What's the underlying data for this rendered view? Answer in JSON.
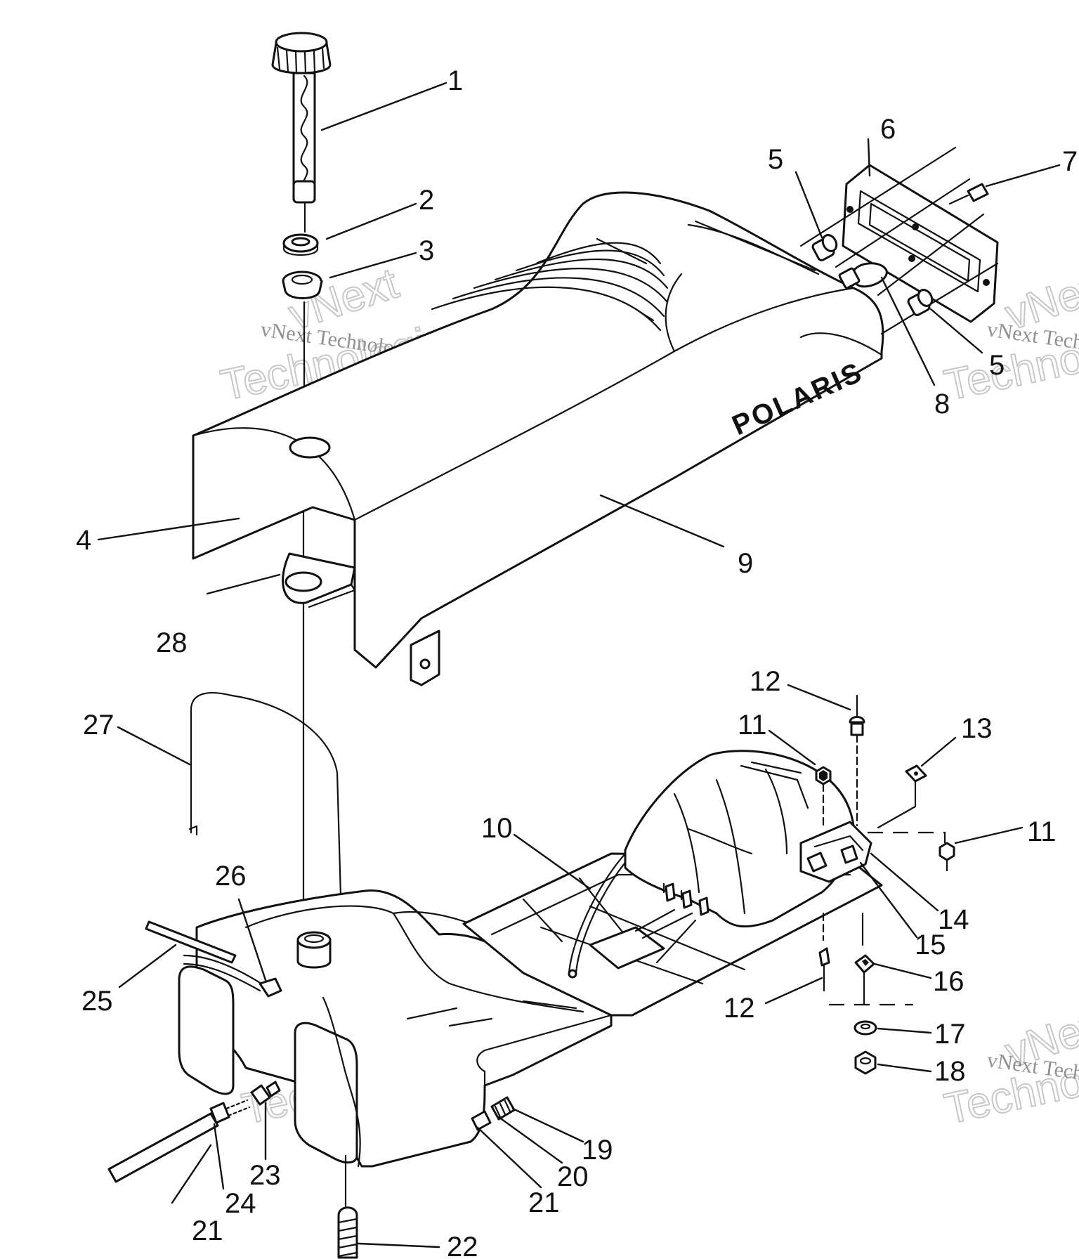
{
  "brand_text": "POLARIS",
  "watermark": {
    "brand": "vNext",
    "small": "vNext Technologies",
    "large": "Technologies"
  },
  "callouts": {
    "c1": "1",
    "c2": "2",
    "c3": "3",
    "c4": "4",
    "c5a": "5",
    "c5b": "5",
    "c6": "6",
    "c7": "7",
    "c8": "8",
    "c9": "9",
    "c10": "10",
    "c11a": "11",
    "c11b": "11",
    "c12a": "12",
    "c12b": "12",
    "c13": "13",
    "c14": "14",
    "c15": "15",
    "c16": "16",
    "c17": "17",
    "c18": "18",
    "c19": "19",
    "c20": "20",
    "c21a": "21",
    "c21b": "21",
    "c22": "22",
    "c23": "23",
    "c24": "24",
    "c25": "25",
    "c26": "26",
    "c27": "27",
    "c28": "28"
  }
}
